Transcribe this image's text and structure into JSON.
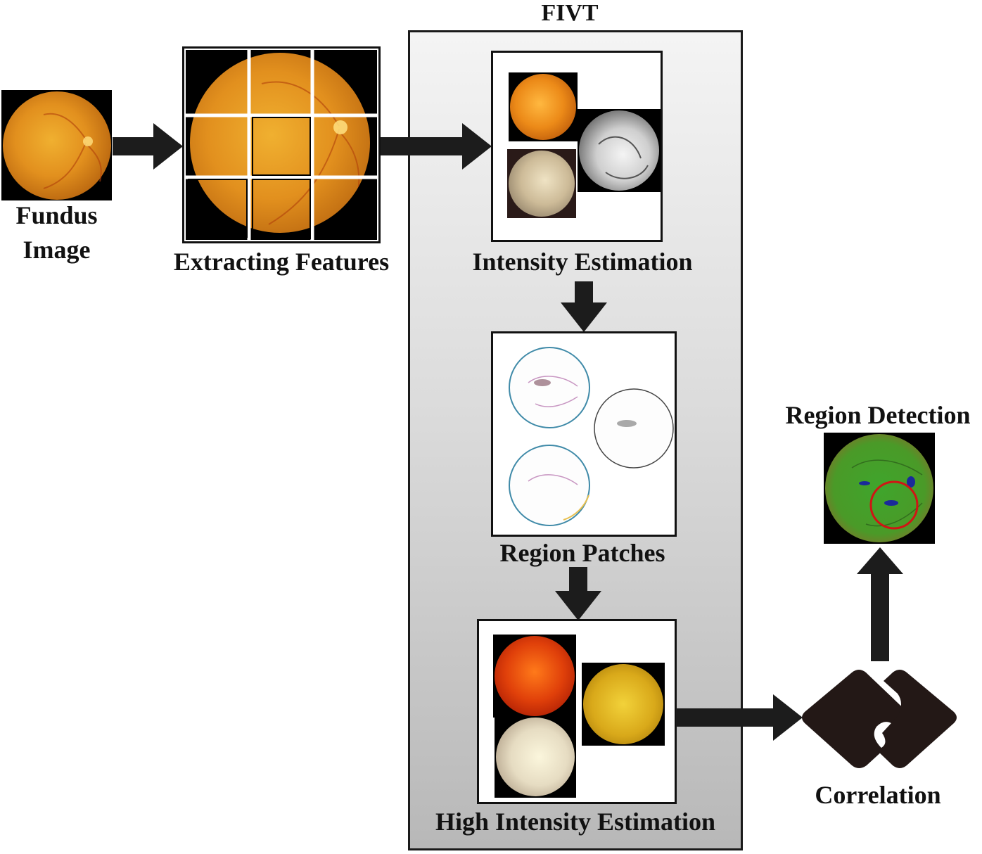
{
  "diagram": {
    "group_title": "FIVT",
    "nodes": {
      "fundus_image": {
        "label_line1": "Fundus",
        "label_line2": "Image"
      },
      "extracting_features": {
        "label": "Extracting Features"
      },
      "intensity_estimation": {
        "label": "Intensity Estimation"
      },
      "region_patches": {
        "label": "Region Patches"
      },
      "high_intensity_estimation": {
        "label": "High Intensity Estimation"
      },
      "correlation": {
        "label": "Correlation"
      },
      "region_detection": {
        "label": "Region Detection"
      }
    },
    "edges": [
      {
        "from": "fundus_image",
        "to": "extracting_features"
      },
      {
        "from": "extracting_features",
        "to": "intensity_estimation"
      },
      {
        "from": "intensity_estimation",
        "to": "region_patches"
      },
      {
        "from": "region_patches",
        "to": "high_intensity_estimation"
      },
      {
        "from": "high_intensity_estimation",
        "to": "correlation"
      },
      {
        "from": "correlation",
        "to": "region_detection"
      }
    ],
    "colors": {
      "arrow": "#1c1c1c",
      "fundus_orange": "#e08a1e",
      "highlight_circle": "#d01515",
      "detection_green": "#3f9a2a",
      "correlation_icon": "#231816"
    }
  }
}
